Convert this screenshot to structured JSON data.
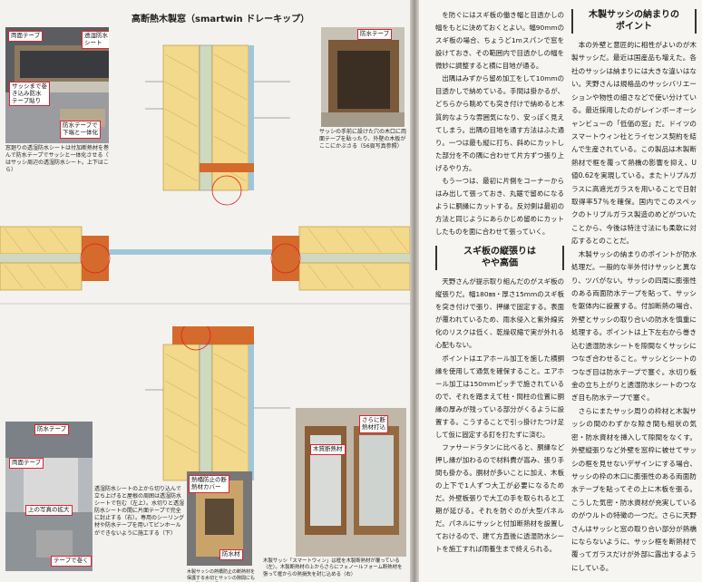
{
  "left_page": {
    "title": "高断熱木製窓（smartwin ドレーキップ）",
    "photo_top_labels": {
      "tape1": "両面テープ",
      "sheet": "透湿防水\nシート",
      "sash": "サッシまで巻\nき込み防水\nテープ貼り",
      "integrate": "防水テープで\n下端と一体化"
    },
    "caption_top": "窓廻りの透湿防水シートは付加断熱材を巻き込んで防水テープでサッシと一体化させる（写真はサッシ周辺の透湿防水シート。上下はこれから）",
    "photo_right_label": "防水テープ",
    "caption_right": "サッシの手前に設けた穴の木口に両面テープを貼ったり、外壁の木板がここにかぶさる（56頁写真参照）",
    "photo_bl_labels": {
      "tape": "防水テープ",
      "double": "両面テープ",
      "above": "上の写真の拡大",
      "wrap": "テープで巻く"
    },
    "caption_bl": "透湿防水シートの上から切り込んで立ち上げると屋根の周囲は透湿防水シートで包む（左上）。水切りと透湿防水シートの間に片面テープで完全に封止する（右）。専用のシーリング材や防水テープを用いてピンホールができないように施工する（下）",
    "photo_bm_labels": {
      "cover": "熱橋防止の断\n熱材カバー",
      "waterproof": "防水材"
    },
    "photo_br_labels": {
      "wood": "木質断熱材",
      "drain": "さらに断\n熱材打込"
    },
    "caption_br": "木製サッシ「スマートウィン」は框を木製断熱材が覆っている（左）。木製断熱材の上からさらにフェノールフォーム断熱材を張って框からの熱損失を封じ込める（右）",
    "caption_bottom": "木製サッシの熱橋防止の断熱材を保護する水切とサッシの隙間にも水の防水材を挿入"
  },
  "right_page": {
    "col1_p1": "を防ぐにはスギ板の働き幅と目透かしの幅をもとに決めておくとよい。幅90mmのスギ板の場合、ちょうど1mスパンで窓を設けておき、その範囲内で目透かしの幅を微妙に調整すると横に目地が通る。",
    "col1_p2": "出隅はみずから留め加工をして10mmの目透かしで納めている。手間は掛かるが、どちらから眺めても突き付けで納めると木質的なような雰囲気になり、安っぽく見えてしまう。出隅の目地を通す方法はふた通り。一つは最も縦に打ち、斜めにカットした部分を不の隅に合わせて片方ずつ張り上げるやり方。",
    "col1_p3": "もう一つは、最初に片側をコーナーからはみ出して張っておき、丸鋸で留めになるように胴縁にカットする。反対側は最初の方法と同じようにあらかじめ留めにカットしたものを面に合わせて張っていく。",
    "heading1": "スギ板の縦張りは\nやや高価",
    "col1_p4": "天野さんが提示取り組んだのがスギ板の縦張りだ。幅180㎜・厚さ15mmのスギ板を突き付けで張り、押縁で固定する。表面が覆われているため、雨水侵入と紫外線劣化のリスクは低く、乾燥収縮で実が外れる心配もない。",
    "col1_p5": "ポイントはエアホール加工を施した横胴縁を使用して通気を確保すること。エアホール加工は150mmピッチで施されているので、それを踏まえて柱・間柱の位置に胴縁の厚みが残っている部分がくるように設置する。こうすることで引っ掛けたつけ足して仮に固定する釘を打たずに済む。",
    "col1_p6": "ファサードラタンに比べると、胴縁など押し縁が加わるので材料費が嵩み、張り手間も掛かる。胴材が多いことに加え、木板の上下で1人ずつ大工が必要になるためだ。外壁板張りで大工の手を取られると工期が延びる。それを防ぐのが大型パネルだ。パネルにサッシと付加断熱材を設置しておけるので、建て方直後に透湿防水シートを施工すれば雨養生まで終えられる。",
    "heading2": "木製サッシの納まりの\nポイント",
    "col2_p1": "本の外壁と意匠的に相性がよいのが木製サッシだ。最近は国産品も増えた。各社のサッシは納まりには大きな違いはない。天野さんは規格品のサッシバリエーションや物性の細さなどで使い分けている。最近採用したのがレインボーオーシャンビューの「低価の窓」だ。ドイツのスマートウィン社とライセンス契約を結んで生産されている。この製品は木製断熱材で框を覆って熱橋の影響を抑え、U値0.62を実現している。またトリプルガラスに高遮光ガラスを用いることで日射取得率57％を確保。国内でこのスペックのトリプルガラス製造のめどがついたことから、今後は特注寸法にも柔軟に対応するとのことだ。",
    "col2_p2": "木製サッシの納まりのポイントが防水処理だ。一般的な半外付けサッシと異なり、ツバがない。サッシの四周に膨張性のある両面防水テープを貼って、サッシを躯体内に設置する。付加断熱の場合、外壁とサッシの取り合いの防水を慎重に処理する。ポイントは上下左右から巻き込む透湿防水シートを隙間なくサッシにつなぎ合わせること。サッシとシートのつなぎ目は防水テープで塞ぐ。水切り板金の立ち上がりと透湿防水シートのつなぎ目も防水テープで塞ぐ。",
    "col2_p3": "さらにまたサッシ周りの枠材と木製サッシの間のわずかな隙き間も組状の気密・防水資材を挿入して隙間をなくす。外壁縦張りなど外壁を窓枠に被せてサッシの框を見せないデザインにする場合、サッシの枠の木口に膨張性のある両面防水テープを貼ってその上に木板を張る。こうした気密・防水資材が充実しているのがウルトの特徴の一つだ。さらに天野さんはサッシと窓の取り合い部分が熱橋にならないように、サッシ框を断熱材で覆ってガラスだけが外部に露出するようにしている。"
  }
}
